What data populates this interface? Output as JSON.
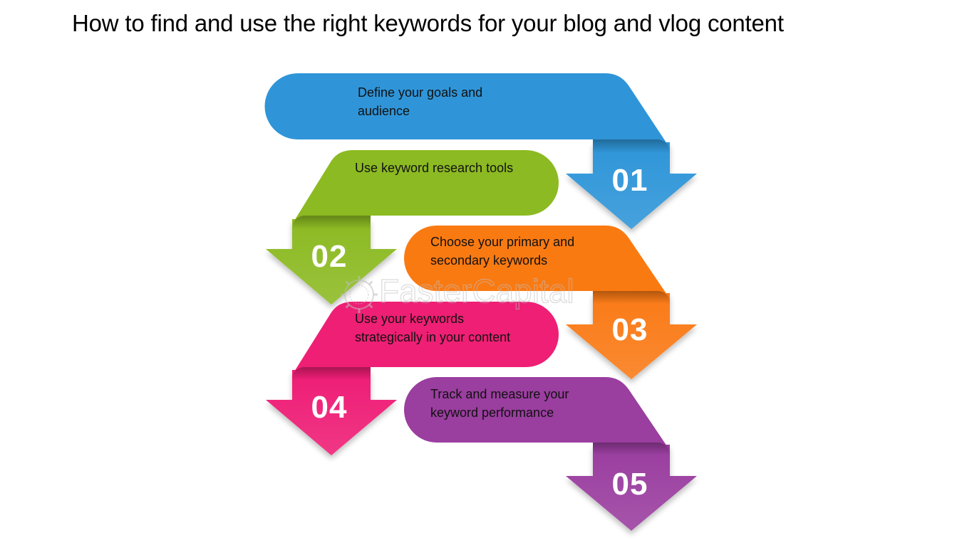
{
  "title": "How to find and use the right keywords for your blog and vlog content",
  "colors": {
    "step1": "#2f95d8",
    "step2": "#8cba22",
    "step3": "#fa7a12",
    "step4": "#ee1f74",
    "step5": "#9a3e9f",
    "number_text": "#ffffff",
    "label_text": "#111111"
  },
  "steps": [
    {
      "number": "01",
      "label_line1": "Define your goals and",
      "label_line2": "audience",
      "color": "#2f95d8",
      "arrow_side": "right"
    },
    {
      "number": "02",
      "label_line1": "Use keyword research tools",
      "label_line2": "",
      "color": "#8cba22",
      "arrow_side": "left"
    },
    {
      "number": "03",
      "label_line1": "Choose your primary and",
      "label_line2": "secondary keywords",
      "color": "#fa7a12",
      "arrow_side": "right"
    },
    {
      "number": "04",
      "label_line1": "Use your keywords",
      "label_line2": "strategically in your content",
      "color": "#ee1f74",
      "arrow_side": "left"
    },
    {
      "number": "05",
      "label_line1": "Track and measure your",
      "label_line2": "keyword performance",
      "color": "#9a3e9f",
      "arrow_side": "right"
    }
  ],
  "watermark": {
    "text": "FasterCapital",
    "icon": "gear-icon"
  }
}
